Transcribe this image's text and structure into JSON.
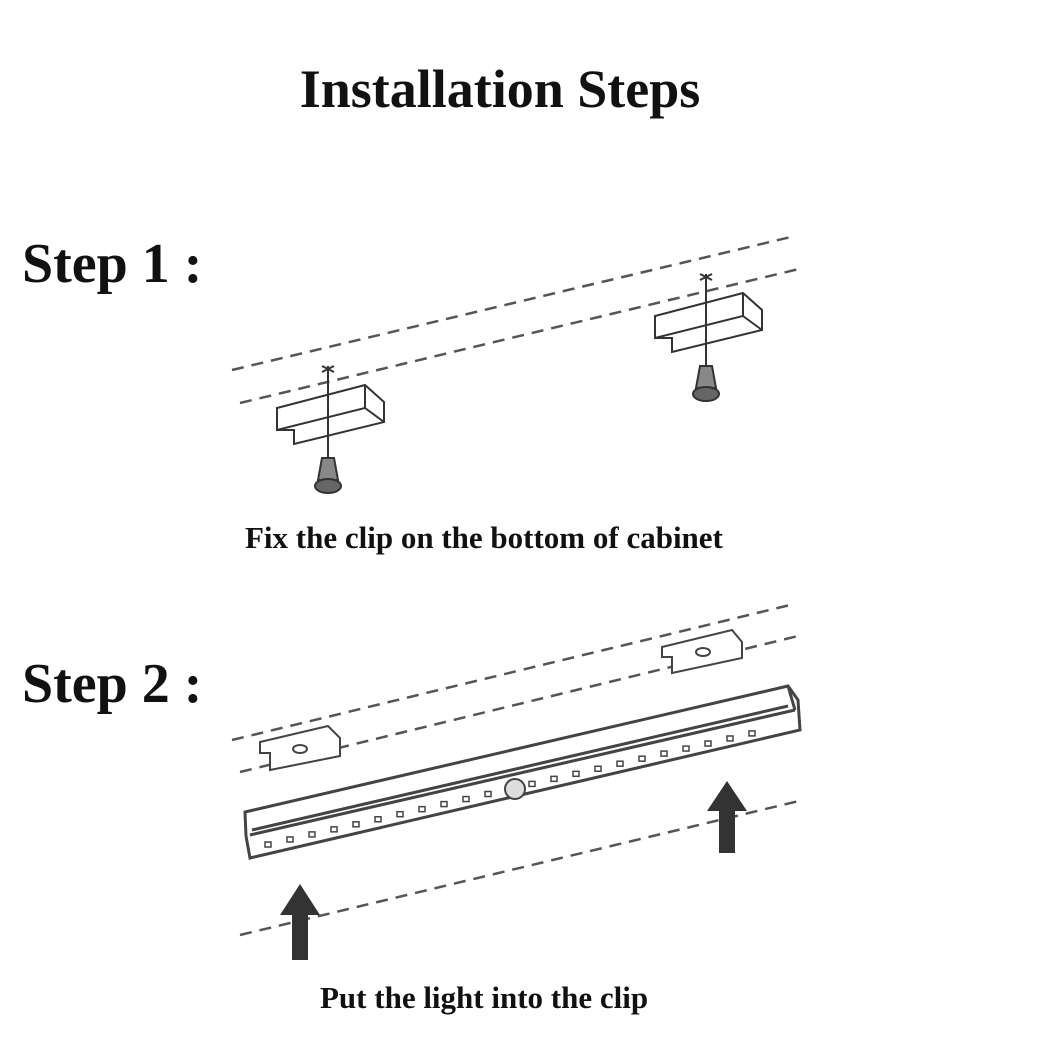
{
  "title": "Installation Steps",
  "steps": [
    {
      "label": "Step 1 :",
      "caption": "Fix the clip on the bottom of cabinet"
    },
    {
      "label": "Step 2 :",
      "caption": "Put the light into the clip"
    }
  ],
  "colors": {
    "line": "#555555",
    "arrow": "#333333",
    "text": "#111111"
  }
}
